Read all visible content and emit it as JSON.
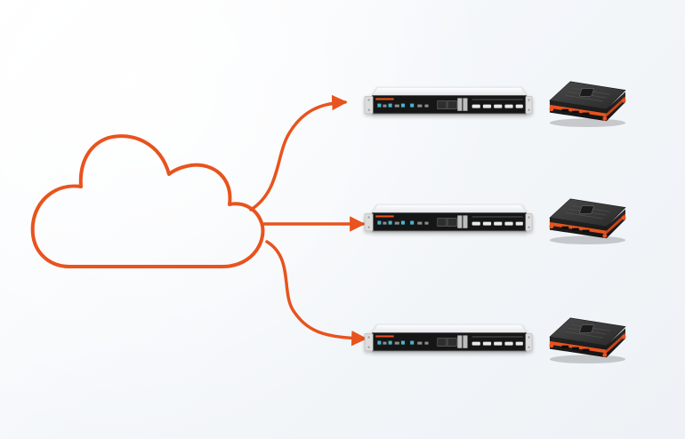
{
  "diagram": {
    "colors": {
      "accent": "#E8531E",
      "background": "#F1F4F8",
      "rack_body": "#FFFFFF",
      "rack_front": "#151515",
      "rack_ears": "#DCDCDC",
      "device_body": "#2B2B2B",
      "device_top": "#3A3A3A",
      "device_trim": "#E8531E"
    },
    "nodes": [
      {
        "id": "cloud",
        "kind": "cloud",
        "icon": "cloud-icon",
        "label": ""
      },
      {
        "id": "server-1",
        "kind": "rack-server",
        "icon": "rack-server-icon",
        "label": ""
      },
      {
        "id": "server-2",
        "kind": "rack-server",
        "icon": "rack-server-icon",
        "label": ""
      },
      {
        "id": "server-3",
        "kind": "rack-server",
        "icon": "rack-server-icon",
        "label": ""
      },
      {
        "id": "device-1",
        "kind": "rugged-device",
        "icon": "rugged-device-icon",
        "label": ""
      },
      {
        "id": "device-2",
        "kind": "rugged-device",
        "icon": "rugged-device-icon",
        "label": ""
      },
      {
        "id": "device-3",
        "kind": "rugged-device",
        "icon": "rugged-device-icon",
        "label": ""
      }
    ],
    "edges": [
      {
        "from": "cloud",
        "to": "server-1",
        "style": "curved-arrow"
      },
      {
        "from": "cloud",
        "to": "server-2",
        "style": "straight-arrow"
      },
      {
        "from": "cloud",
        "to": "server-3",
        "style": "curved-arrow"
      }
    ]
  }
}
